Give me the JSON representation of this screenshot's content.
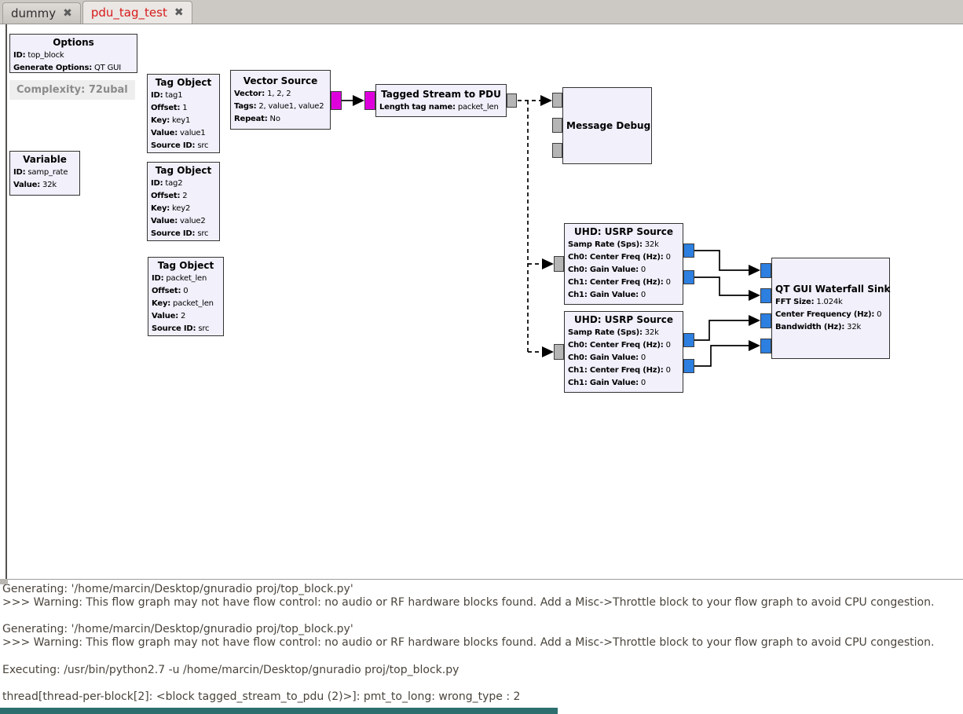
{
  "window": {
    "tabs": [
      {
        "label": "dummy",
        "close_icon": "✖"
      },
      {
        "label": "pdu_tag_test",
        "close_icon": "✖"
      }
    ]
  },
  "canvas": {
    "complexity": "Complexity: 72ubal",
    "port_colors": {
      "stream_magenta": "#dd00dd",
      "stream_blue": "#2d7fe0",
      "message_gray": "#b5b5b5"
    },
    "blocks": {
      "options": {
        "title": "Options",
        "params": [
          {
            "label": "ID:",
            "value": "top_block"
          },
          {
            "label": "Generate Options:",
            "value": "QT GUI"
          }
        ]
      },
      "variable": {
        "title": "Variable",
        "params": [
          {
            "label": "ID:",
            "value": "samp_rate"
          },
          {
            "label": "Value:",
            "value": "32k"
          }
        ]
      },
      "tag1": {
        "title": "Tag Object",
        "params": [
          {
            "label": "ID:",
            "value": "tag1"
          },
          {
            "label": "Offset:",
            "value": "1"
          },
          {
            "label": "Key:",
            "value": "key1"
          },
          {
            "label": "Value:",
            "value": "value1"
          },
          {
            "label": "Source ID:",
            "value": "src"
          }
        ]
      },
      "tag2": {
        "title": "Tag Object",
        "params": [
          {
            "label": "ID:",
            "value": "tag2"
          },
          {
            "label": "Offset:",
            "value": "2"
          },
          {
            "label": "Key:",
            "value": "key2"
          },
          {
            "label": "Value:",
            "value": "value2"
          },
          {
            "label": "Source ID:",
            "value": "src"
          }
        ]
      },
      "tag3": {
        "title": "Tag Object",
        "params": [
          {
            "label": "ID:",
            "value": "packet_len"
          },
          {
            "label": "Offset:",
            "value": "0"
          },
          {
            "label": "Key:",
            "value": "packet_len"
          },
          {
            "label": "Value:",
            "value": "2"
          },
          {
            "label": "Source ID:",
            "value": "src"
          }
        ]
      },
      "vector_source": {
        "title": "Vector Source",
        "params": [
          {
            "label": "Vector:",
            "value": "1, 2, 2"
          },
          {
            "label": "Tags:",
            "value": "2, value1, value2"
          },
          {
            "label": "Repeat:",
            "value": "No"
          }
        ]
      },
      "tagged_stream_to_pdu": {
        "title": "Tagged Stream to PDU",
        "params": [
          {
            "label": "Length tag name:",
            "value": "packet_len"
          }
        ]
      },
      "message_debug": {
        "title": "Message Debug",
        "params": []
      },
      "usrp_source_1": {
        "title": "UHD: USRP Source",
        "params": [
          {
            "label": "Samp Rate (Sps):",
            "value": "32k"
          },
          {
            "label": "Ch0: Center Freq (Hz):",
            "value": "0"
          },
          {
            "label": "Ch0: Gain Value:",
            "value": "0"
          },
          {
            "label": "Ch1: Center Freq (Hz):",
            "value": "0"
          },
          {
            "label": "Ch1: Gain Value:",
            "value": "0"
          }
        ]
      },
      "usrp_source_2": {
        "title": "UHD: USRP Source",
        "params": [
          {
            "label": "Samp Rate (Sps):",
            "value": "32k"
          },
          {
            "label": "Ch0: Center Freq (Hz):",
            "value": "0"
          },
          {
            "label": "Ch0: Gain Value:",
            "value": "0"
          },
          {
            "label": "Ch1: Center Freq (Hz):",
            "value": "0"
          },
          {
            "label": "Ch1: Gain Value:",
            "value": "0"
          }
        ]
      },
      "waterfall_sink": {
        "title": "QT GUI Waterfall Sink",
        "params": [
          {
            "label": "FFT Size:",
            "value": "1.024k"
          },
          {
            "label": "Center Frequency (Hz):",
            "value": "0"
          },
          {
            "label": "Bandwidth (Hz):",
            "value": "32k"
          }
        ]
      }
    }
  },
  "console": {
    "lines": [
      "Generating: '/home/marcin/Desktop/gnuradio proj/top_block.py'",
      ">>> Warning: This flow graph may not have flow control: no audio or RF hardware blocks found. Add a Misc->Throttle block to your flow graph to avoid CPU congestion.",
      "",
      "Generating: '/home/marcin/Desktop/gnuradio proj/top_block.py'",
      ">>> Warning: This flow graph may not have flow control: no audio or RF hardware blocks found. Add a Misc->Throttle block to your flow graph to avoid CPU congestion.",
      "",
      "Executing: /usr/bin/python2.7 -u /home/marcin/Desktop/gnuradio proj/top_block.py",
      "",
      "thread[thread-per-block[2]: <block tagged_stream_to_pdu (2)>]: pmt_to_long: wrong_type : 2"
    ]
  }
}
